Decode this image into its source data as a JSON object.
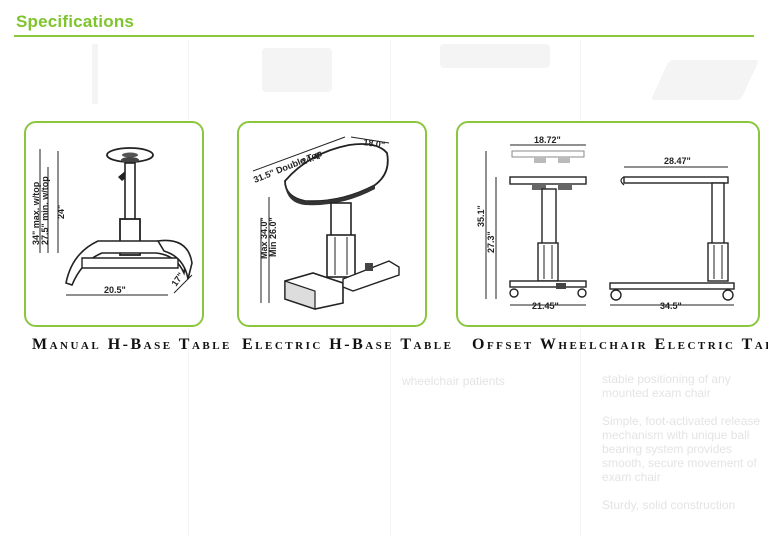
{
  "header": {
    "title": "Specifications"
  },
  "accent_color": "#8cc63f",
  "products": [
    {
      "caption": "Manual H-Base Table",
      "dims": {
        "max_height": "34\" max. w/top",
        "min_height": "27.5\" min. w/top",
        "column": "24\"",
        "width": "20.5\"",
        "depth": "17\""
      }
    },
    {
      "caption": "Electric H-Base Table",
      "dims": {
        "top_double": "31.5\" Double Top",
        "top_depth": "24.4\"",
        "top_width": "18.0\"",
        "height_max": "Max 34.0\"",
        "height_min": "Min 26.0\""
      }
    },
    {
      "caption": "Offset Wheelchair Electric Table",
      "dims": {
        "top_width": "18.72\"",
        "side_width": "28.47\"",
        "max_height": "35.1\"",
        "min_height": "27.3\"",
        "base_width": "21.45\"",
        "base_length": "34.5\""
      }
    }
  ],
  "background_text": {
    "col2": "wheelchair patients",
    "col3_lines": [
      "stable positioning of any",
      "mounted exam chair",
      "",
      "Simple, foot-activated release",
      "mechanism with unique ball",
      "bearing system provides",
      "smooth, secure movement of",
      "exam chair",
      "",
      "Sturdy, solid construction"
    ]
  }
}
